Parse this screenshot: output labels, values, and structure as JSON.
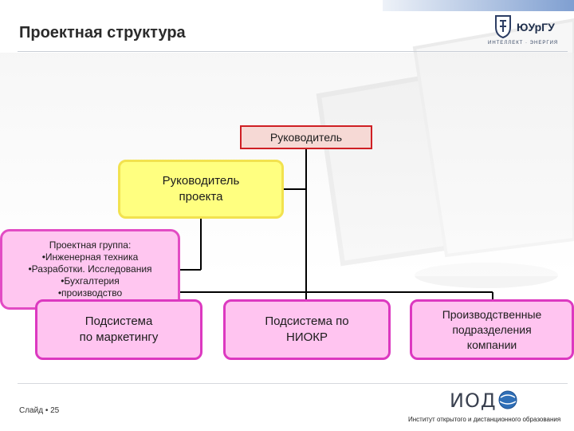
{
  "title": "Проектная структура",
  "colors": {
    "director_border": "#cf1f24",
    "director_fill": "#f6d9d5",
    "pm_fill": "#ffff80",
    "pm_border": "#f2e24f",
    "pink_fill": "#ffc4f0",
    "pink_border": "#dc39c0",
    "connector": "#000000"
  },
  "logos": {
    "university_name": "ЮУрГУ",
    "university_tagline": "ИНТЕЛЛЕКТ · ЭНЕРГИЯ",
    "iodo_letters": "ИОД",
    "institute_caption": "Институт открытого и дистанционного образования"
  },
  "diagram": {
    "director": "Руководитель",
    "project_manager": [
      "Руководитель",
      "проекта"
    ],
    "project_team": {
      "heading": "Проектная группа:",
      "items": [
        "•Инженерная техника",
        "•Разработки. Исследования",
        "•Бухгалтерия",
        "•производство"
      ]
    },
    "subsystems": [
      [
        "Подсистема",
        "по маркетингу"
      ],
      [
        "Подсистема по",
        "НИОКР"
      ],
      [
        "Производственные",
        "подразделения",
        "компании"
      ]
    ]
  },
  "footer": {
    "slide_label": "Слайд • 25"
  }
}
